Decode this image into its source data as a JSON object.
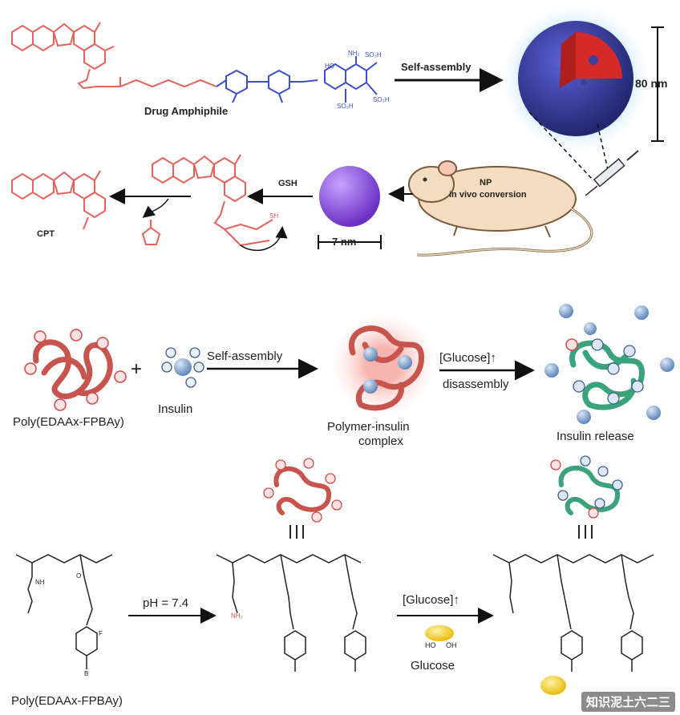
{
  "top_panel": {
    "drug_amphiphile_label": "Drug Amphiphile",
    "self_assembly_label": "Self-assembly",
    "size_label_80": "80 nm",
    "gsh_label": "GSH",
    "np_label": "NP",
    "in_vivo_label": "in vivo conversion",
    "size_label_7": "7 nm",
    "cpt_label": "CPT",
    "so3h_1": "SO₃H",
    "so3h_2": "SO₃H",
    "so3h_3": "SO₃H",
    "nh2_label": "NH₂",
    "ho_label": "HO",
    "sh_label": "SH"
  },
  "bottom_panel": {
    "polymer_label": "Poly(EDAAx-FPBAy)",
    "insulin_label": "Insulin",
    "self_assembly_label": "Self-assembly",
    "complex_label_line1": "Polymer-insulin",
    "complex_label_line2": "complex",
    "glucose_up_label": "[Glucose]",
    "disassembly_label": "disassembly",
    "insulin_release_label": "Insulin release",
    "ph_label": "pH = 7.4",
    "glucose_up_label2": "[Glucose]",
    "glucose_label": "Glucose",
    "polymer_label2": "Poly(EDAAx-FPBAy)",
    "ho_label": "HO",
    "oh_label": "OH",
    "nh_label": "NH",
    "f_label": "F",
    "b_label": "B",
    "o_label": "O",
    "nh3_label": "NH₃"
  },
  "watermark": "知识泥土六二三",
  "colors": {
    "drug_red": "#e8605a",
    "dye_blue": "#3a4fc9",
    "nanoparticle_blue": "#3b3f9e",
    "nanoparticle_core": "#d42a2a",
    "glow": "#9fd4ff",
    "small_np_purple": "#8a4fd8",
    "polymer_red": "#c8544e",
    "polymer_green": "#3aa37c",
    "insulin_blue": "#8fb2d9",
    "glucose_yellow": "#f4d23a",
    "mouse_beige": "#f3dcc0"
  }
}
